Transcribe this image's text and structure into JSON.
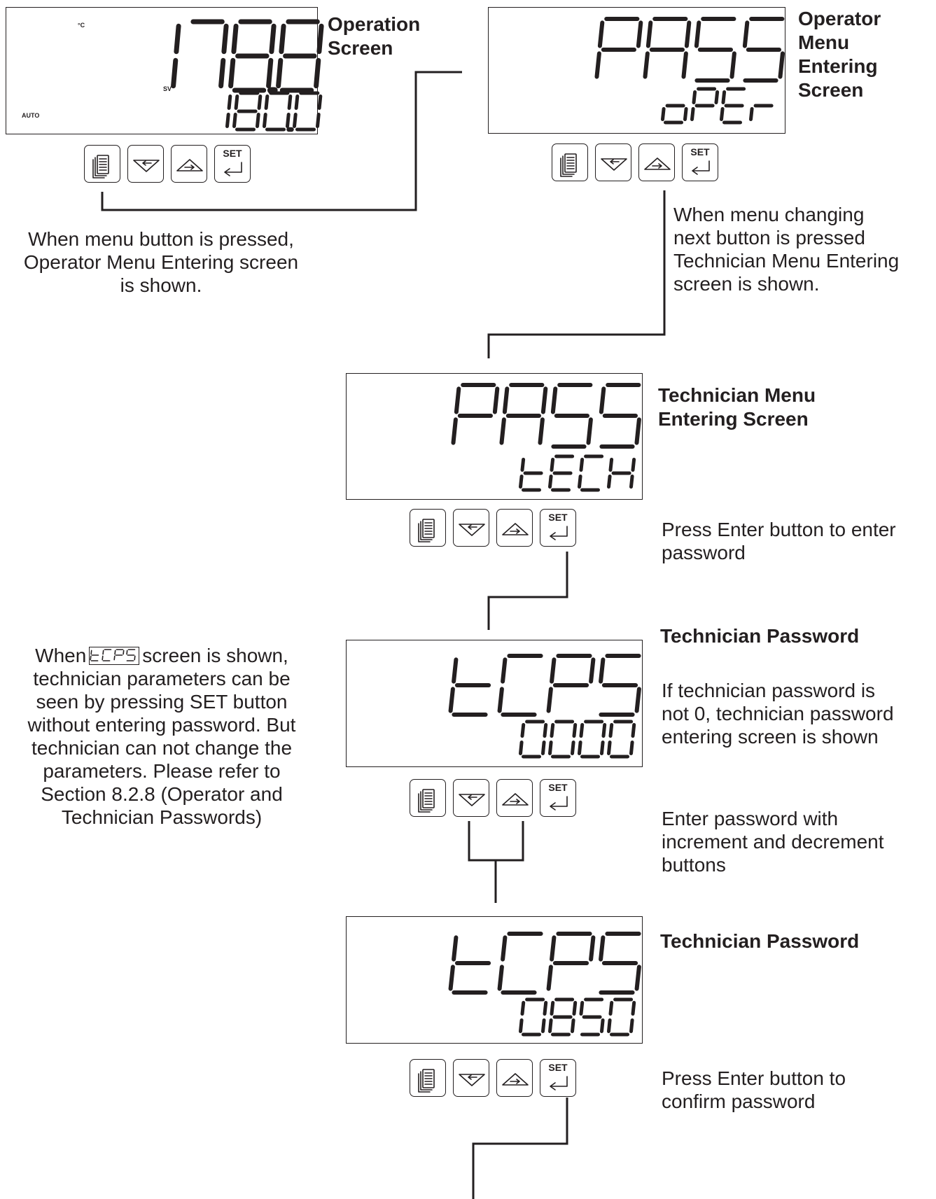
{
  "panels": {
    "operation": {
      "title": "Operation Screen",
      "unit_label": "°C",
      "sv_label": "SV",
      "mode_label": "AUTO",
      "top_value": "178.8",
      "bottom_value": "180.0"
    },
    "operator_menu": {
      "title": [
        "Operator",
        "Menu",
        "Entering",
        "Screen"
      ],
      "top_value": "PASS",
      "bottom_value": "oPEr"
    },
    "technician_menu": {
      "title": [
        "Technician Menu",
        "Entering Screen"
      ],
      "top_value": "PASS",
      "bottom_value": "tECH"
    },
    "technician_password_1": {
      "title": "Technician Password",
      "top_value": "tCPS",
      "bottom_value": "0000"
    },
    "technician_password_2": {
      "title": "Technician Password",
      "top_value": "tCPS",
      "bottom_value": "0850"
    }
  },
  "buttons": {
    "menu_icon": "menu-pages-icon",
    "decrement_icon": "decrement-arrow-icon",
    "increment_icon": "increment-arrow-icon",
    "set_label": "SET",
    "enter_icon": "enter-arrow-icon"
  },
  "notes": {
    "menu_pressed": [
      "When menu button is pressed,",
      "Operator Menu Entering screen",
      "is shown."
    ],
    "next_pressed": [
      "When menu changing",
      "next button is pressed",
      "Technician Menu Entering",
      "screen is shown."
    ],
    "press_enter": [
      "Press Enter button to enter",
      "password"
    ],
    "tcps_before": "When",
    "tcps_inline": "tCPS",
    "tcps_after": "screen is shown,",
    "tcps_rest": [
      "technician parameters can be",
      "seen by pressing SET button",
      "without entering password. But",
      "technician can not change the",
      "parameters. Please refer to",
      "Section 8.2.8 (Operator and",
      "Technician Passwords)"
    ],
    "not_zero": [
      "If technician password is",
      "not 0, technician password",
      "entering screen is shown"
    ],
    "enter_with": [
      "Enter password with",
      "increment and decrement",
      "buttons"
    ],
    "confirm": [
      "Press Enter button to",
      "confirm password"
    ]
  }
}
